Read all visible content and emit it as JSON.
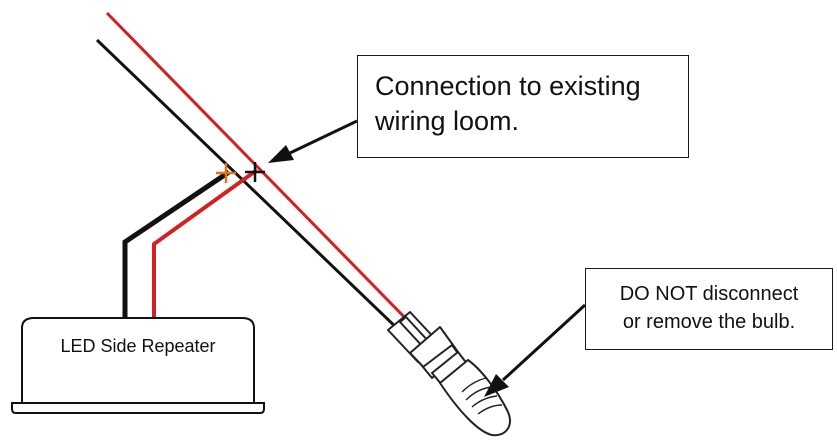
{
  "callouts": {
    "connection": {
      "line1": "Connection to existing",
      "line2": "wiring loom."
    },
    "bulb": {
      "line1": "DO NOT disconnect",
      "line2": "or remove the bulb."
    }
  },
  "repeater": {
    "label": "LED Side Repeater"
  },
  "wires": {
    "positive_color": "#d42020",
    "negative_color": "#111111",
    "junction_marker_color": "#e0731a"
  }
}
